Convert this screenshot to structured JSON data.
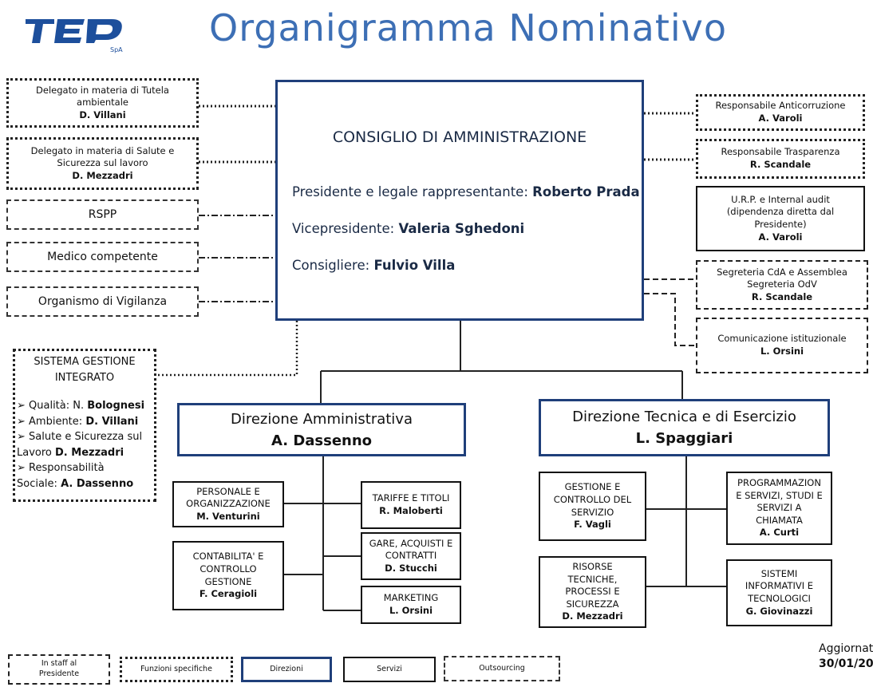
{
  "header": {
    "logo_text": "TEP SpA",
    "title": "Organigramma Nominativo"
  },
  "board": {
    "title": "CONSIGLIO DI AMMINISTRAZIONE",
    "members": [
      {
        "role": "Presidente e legale rappresentante:",
        "name": "Roberto Prada"
      },
      {
        "role": "Vicepresidente:",
        "name": "Valeria Sghedoni"
      },
      {
        "role": "Consigliere:",
        "name": "Fulvio Villa"
      }
    ]
  },
  "left_boxes": {
    "tutela": {
      "line1": "Delegato in materia di Tutela",
      "line2": "ambientale",
      "name": "D. Villani"
    },
    "salute": {
      "line1": "Delegato in materia di Salute e",
      "line2": "Sicurezza sul lavoro",
      "name": "D. Mezzadri"
    },
    "rspp": "RSPP",
    "medico": "Medico competente",
    "odv": "Organismo di Vigilanza"
  },
  "right_boxes": {
    "anticorruzione": {
      "title": "Responsabile Anticorruzione",
      "name": "A. Varoli"
    },
    "trasparenza": {
      "title": "Responsabile Trasparenza",
      "name": "R. Scandale"
    },
    "urp": {
      "line1": "U.R.P. e Internal audit",
      "line2": "(dipendenza diretta dal",
      "line3": "Presidente)",
      "name": "A. Varoli"
    },
    "segreteria": {
      "line1": "Segreteria CdA e Assemblea",
      "line2": "Segreteria OdV",
      "name": "R. Scandale"
    },
    "comunicazione": {
      "title": "Comunicazione istituzionale",
      "name": "L. Orsini"
    }
  },
  "sgi": {
    "title1": "SISTEMA GESTIONE",
    "title2": "INTEGRATO",
    "item1_label": "➢ Qualità: N.",
    "item1_name": "Bolognesi",
    "item2_label": "➢ Ambiente:",
    "item2_name": "D. Villani",
    "item3_label": "➢ Salute e Sicurezza sul",
    "item3b_label": "Lavoro",
    "item3_name": "D. Mezzadri",
    "item4_label": "➢ Responsabilità",
    "item4b_label": "Sociale:",
    "item4_name": "A. Dassenno"
  },
  "direzioni": {
    "amministrativa": {
      "title": "Direzione Amministrativa",
      "name": "A. Dassenno"
    },
    "tecnica": {
      "title": "Direzione Tecnica e di Esercizio",
      "name": "L. Spaggiari"
    }
  },
  "servizi_amm": {
    "personale": {
      "l1": "PERSONALE E",
      "l2": "ORGANIZZAZIONE",
      "name": "M. Venturini"
    },
    "contabilita": {
      "l1": "CONTABILITA' E",
      "l2": "CONTROLLO",
      "l3": "GESTIONE",
      "name": "F. Ceragioli"
    },
    "tariffe": {
      "l1": "TARIFFE E TITOLI",
      "name": "R. Maloberti"
    },
    "gare": {
      "l1": "GARE, ACQUISTI E",
      "l2": "CONTRATTI",
      "name": "D. Stucchi"
    },
    "marketing": {
      "l1": "MARKETING",
      "name": "L. Orsini"
    }
  },
  "servizi_tec": {
    "gestione": {
      "l1": "GESTIONE E",
      "l2": "CONTROLLO DEL",
      "l3": "SERVIZIO",
      "name": "F. Vagli"
    },
    "risorse": {
      "l1": "RISORSE",
      "l2": "TECNICHE,",
      "l3": "PROCESSI E",
      "l4": "SICUREZZA",
      "name": "D. Mezzadri"
    },
    "programmazione": {
      "l1": "PROGRAMMAZION",
      "l2": "E SERVIZI, STUDI E",
      "l3": "SERVIZI A",
      "l4": "CHIAMATA",
      "name": "A. Curti"
    },
    "sistemi": {
      "l1": "SISTEMI",
      "l2": "INFORMATIVI E",
      "l3": "TECNOLOGICI",
      "name": "G. Giovinazzi"
    }
  },
  "legend": {
    "staff": "In staff al Presidente",
    "funzioni": "Funzioni specifiche",
    "direzioni": "Direzioni",
    "servizi": "Servizi",
    "outsourcing": "Outsourcing"
  },
  "updated": {
    "line1": "Aggiornat",
    "line2": "30/01/20"
  },
  "colors": {
    "title_blue": "#3d6fb5",
    "board_border": "#1f3f7a",
    "logo_blue": "#1d4f9c"
  }
}
